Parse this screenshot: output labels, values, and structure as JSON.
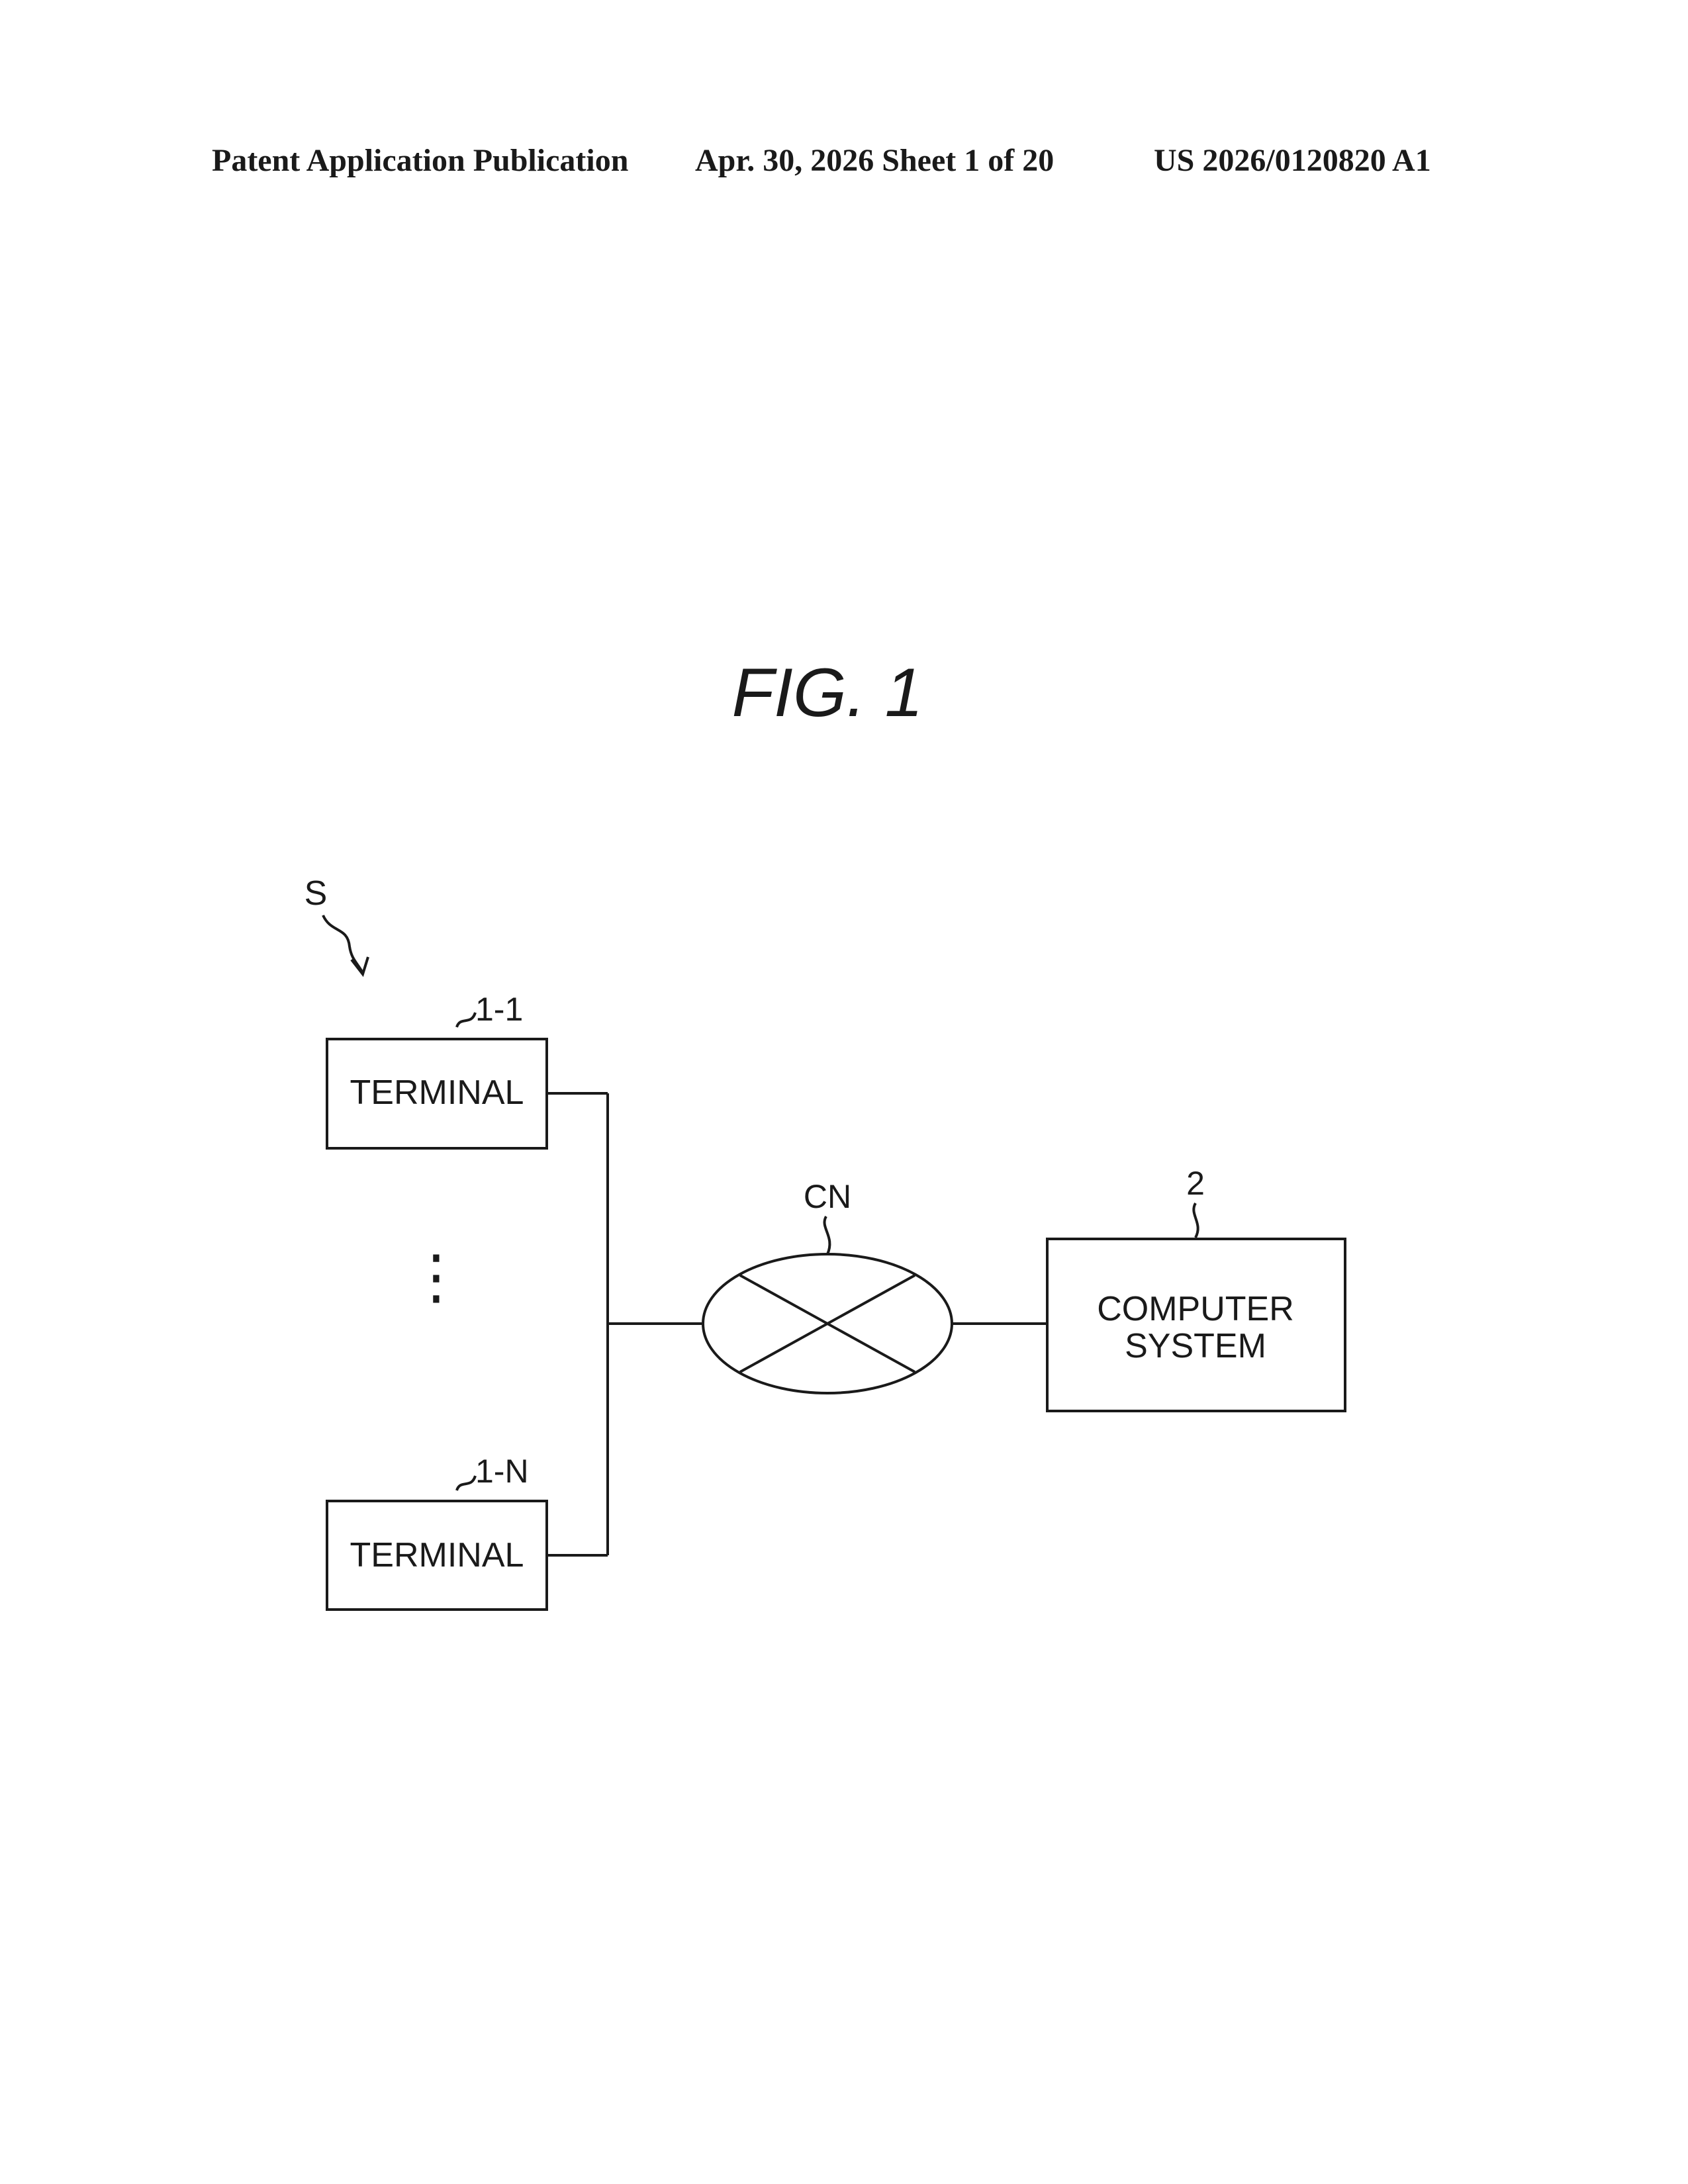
{
  "header": {
    "publication_label": "Patent Application Publication",
    "date_sheet": "Apr. 30, 2026  Sheet 1 of 20",
    "patent_number": "US 2026/0120820 A1"
  },
  "figure": {
    "title": "FIG. 1",
    "system_ref": "S",
    "terminal_top": {
      "ref": "1-1",
      "label": "TERMINAL"
    },
    "terminal_bottom": {
      "ref": "1-N",
      "label": "TERMINAL"
    },
    "network": {
      "ref": "CN"
    },
    "computer_system": {
      "ref": "2",
      "label_line1": "COMPUTER",
      "label_line2": "SYSTEM"
    },
    "ellipsis": "⋮"
  }
}
